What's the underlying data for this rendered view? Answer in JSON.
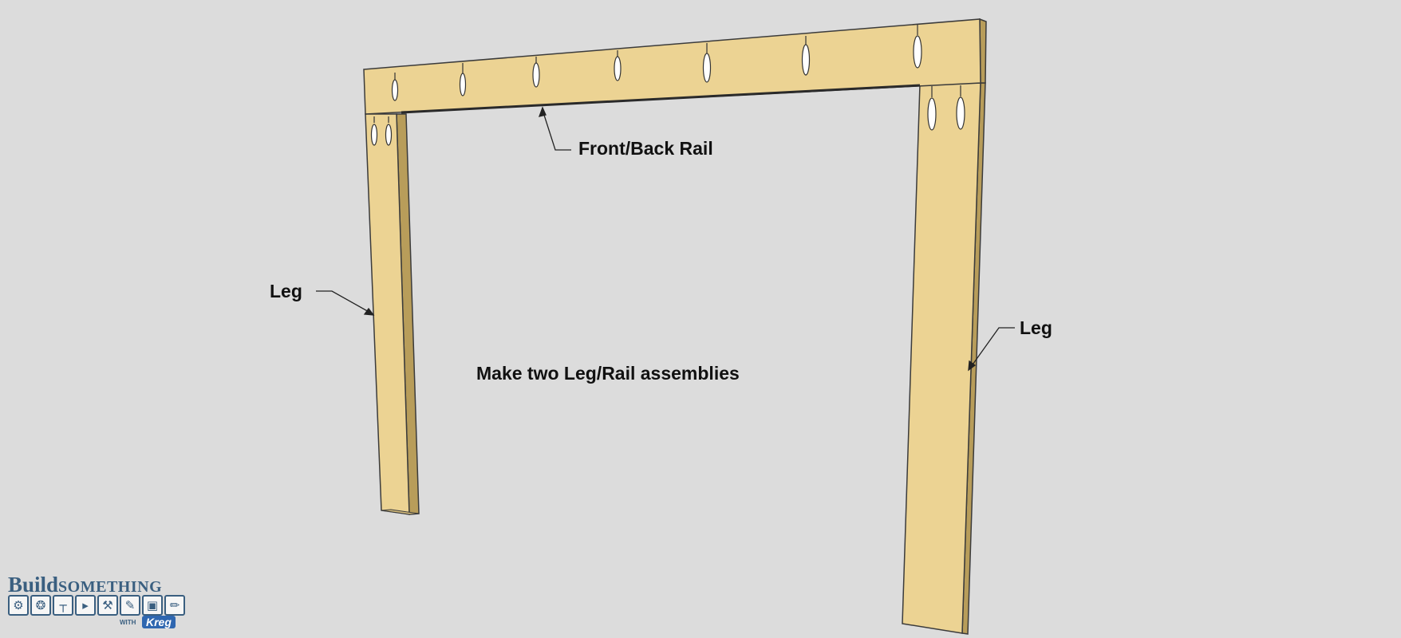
{
  "labels": {
    "rail": "Front/Back Rail",
    "leg_left": "Leg",
    "leg_right": "Leg",
    "caption": "Make two Leg/Rail assemblies"
  },
  "colors": {
    "background": "#dcdcdc",
    "wood_face": "#ecd393",
    "wood_side": "#b89d5a",
    "wood_edge": "#d6bd7c",
    "outline": "#3b3b3b"
  },
  "logo": {
    "word_build": "Build",
    "word_something": "SOMETHING",
    "with": "WITH",
    "brand": "Kreg",
    "tool_icons": [
      "saw-blade-icon",
      "gear-icon",
      "t-square-icon",
      "drill-icon",
      "hammer-icon",
      "pencil-icon",
      "paint-roller-icon",
      "brush-icon"
    ]
  }
}
